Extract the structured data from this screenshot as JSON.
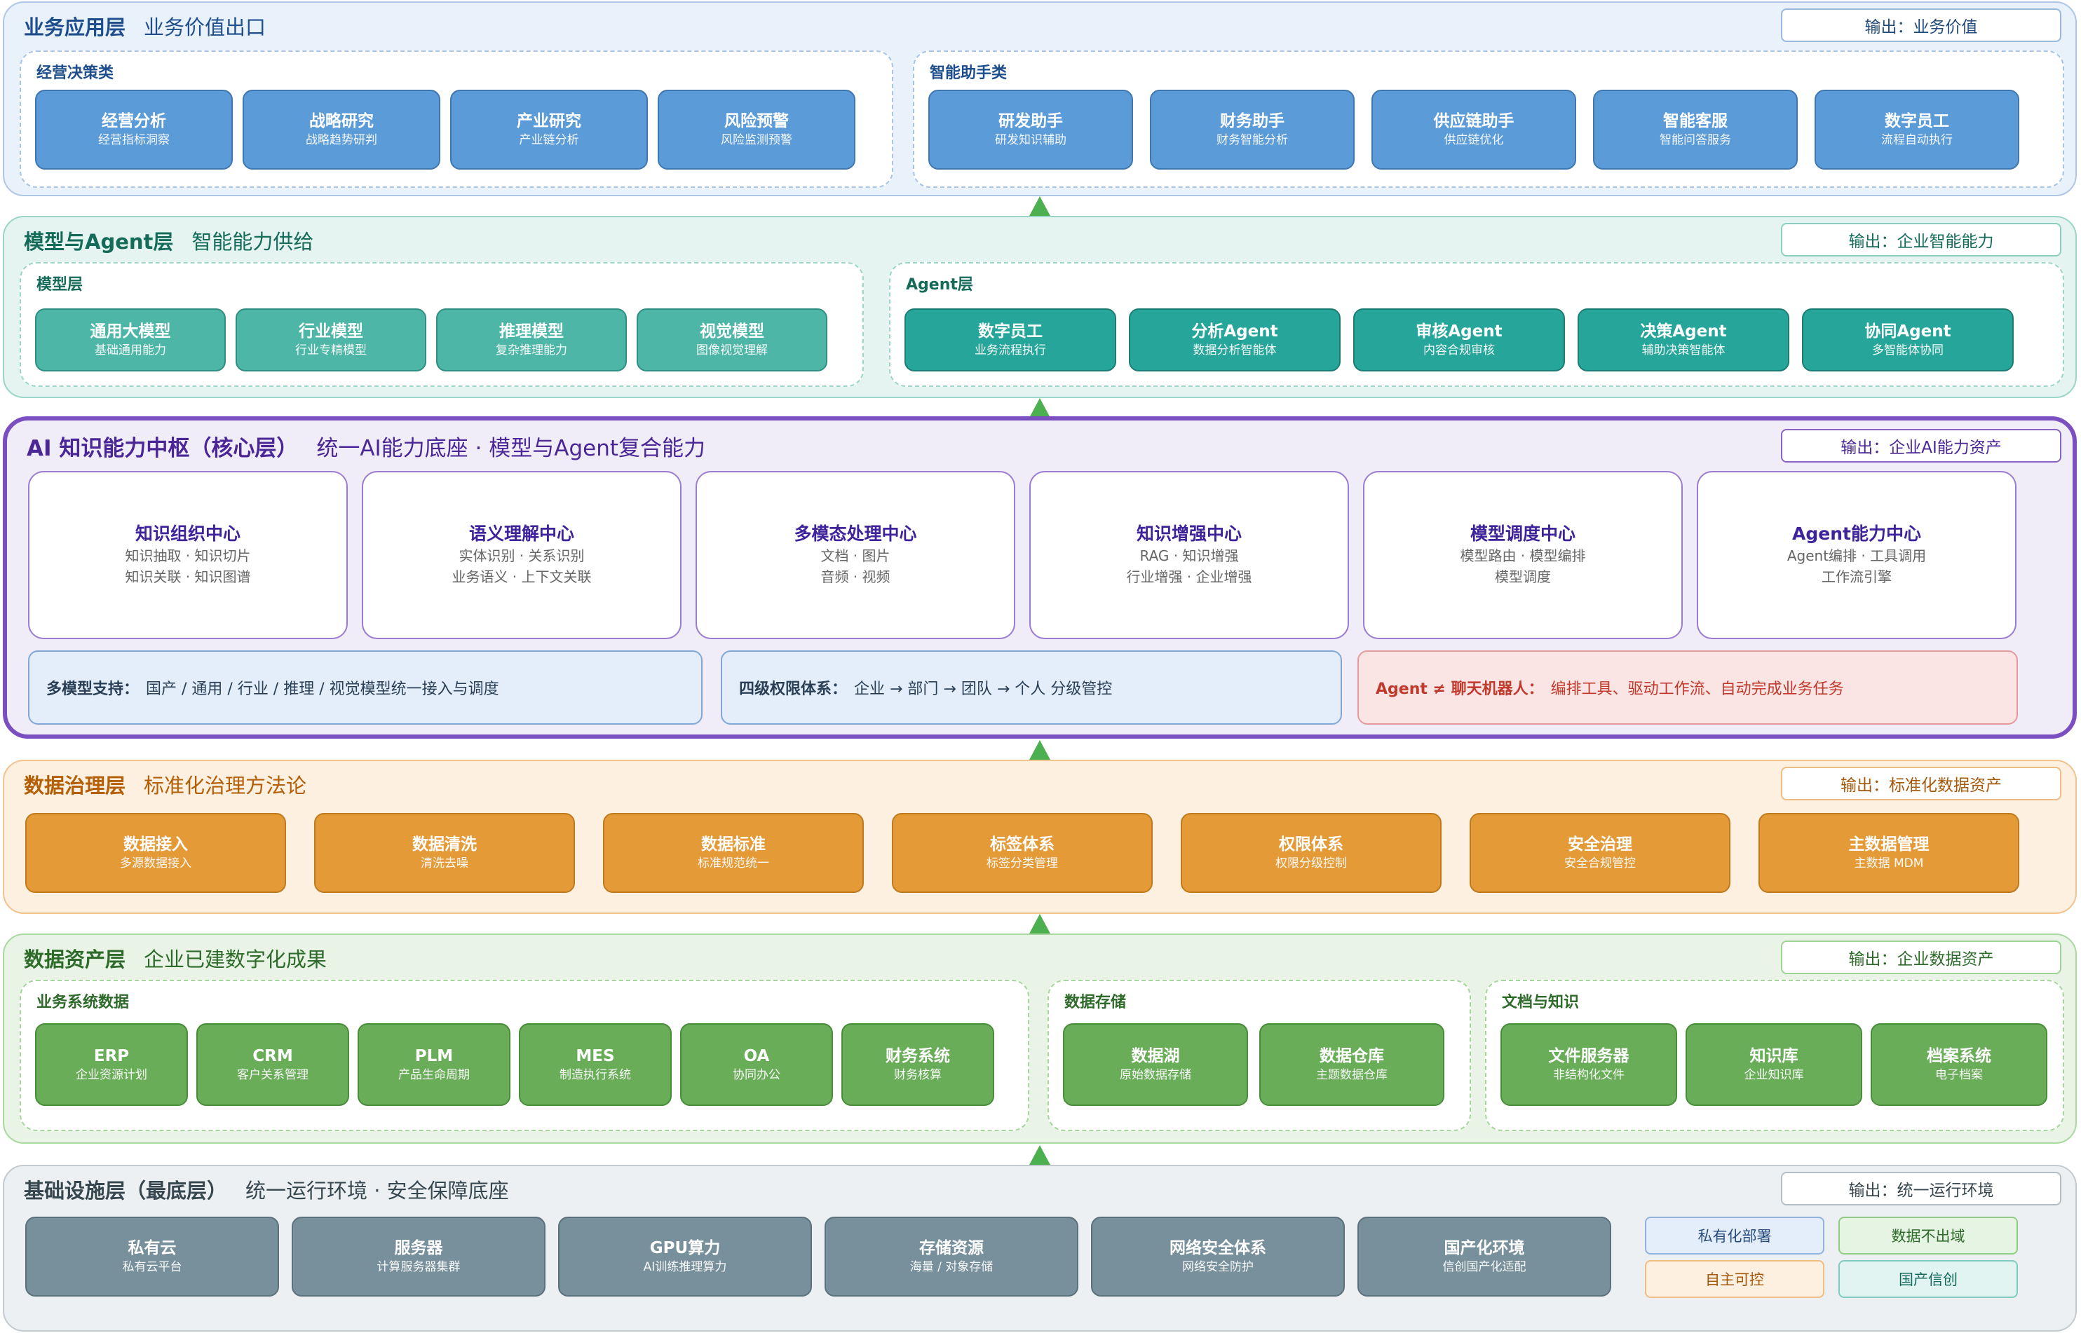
{
  "business": {
    "title": "业务应用层",
    "subtitle": "业务价值出口",
    "output": "输出：业务价值",
    "groups": [
      {
        "title": "经营决策类",
        "cards": [
          {
            "title": "经营分析",
            "sub": "经营指标洞察"
          },
          {
            "title": "战略研究",
            "sub": "战略趋势研判"
          },
          {
            "title": "产业研究",
            "sub": "产业链分析"
          },
          {
            "title": "风险预警",
            "sub": "风险监测预警"
          }
        ]
      },
      {
        "title": "智能助手类",
        "cards": [
          {
            "title": "研发助手",
            "sub": "研发知识辅助"
          },
          {
            "title": "财务助手",
            "sub": "财务智能分析"
          },
          {
            "title": "供应链助手",
            "sub": "供应链优化"
          },
          {
            "title": "智能客服",
            "sub": "智能问答服务"
          },
          {
            "title": "数字员工",
            "sub": "流程自动执行"
          }
        ]
      }
    ]
  },
  "model": {
    "title": "模型与Agent层",
    "subtitle": "智能能力供给",
    "output": "输出：企业智能能力",
    "groups": [
      {
        "title": "模型层",
        "cards": [
          {
            "title": "通用大模型",
            "sub": "基础通用能力"
          },
          {
            "title": "行业模型",
            "sub": "行业专精模型"
          },
          {
            "title": "推理模型",
            "sub": "复杂推理能力"
          },
          {
            "title": "视觉模型",
            "sub": "图像视觉理解"
          }
        ]
      },
      {
        "title": "Agent层",
        "cards": [
          {
            "title": "数字员工",
            "sub": "业务流程执行"
          },
          {
            "title": "分析Agent",
            "sub": "数据分析智能体"
          },
          {
            "title": "审核Agent",
            "sub": "内容合规审核"
          },
          {
            "title": "决策Agent",
            "sub": "辅助决策智能体"
          },
          {
            "title": "协同Agent",
            "sub": "多智能体协同"
          }
        ]
      }
    ]
  },
  "core": {
    "title": "AI 知识能力中枢（核心层）",
    "subtitle": "统一AI能力底座 · 模型与Agent复合能力",
    "output": "输出：企业AI能力资产",
    "centers": [
      {
        "title": "知识组织中心",
        "line1": "知识抽取 · 知识切片",
        "line2": "知识关联 · 知识图谱"
      },
      {
        "title": "语义理解中心",
        "line1": "实体识别 · 关系识别",
        "line2": "业务语义 · 上下文关联"
      },
      {
        "title": "多模态处理中心",
        "line1": "文档 · 图片",
        "line2": "音频 · 视频"
      },
      {
        "title": "知识增强中心",
        "line1": "RAG · 知识增强",
        "line2": "行业增强 · 企业增强"
      },
      {
        "title": "模型调度中心",
        "line1": "模型路由 · 模型编排",
        "line2": "模型调度"
      },
      {
        "title": "Agent能力中心",
        "line1": "Agent编排 · 工具调用",
        "line2": "工作流引擎"
      }
    ],
    "notes": [
      {
        "label": "多模型支持：",
        "text": "国产 / 通用 / 行业 / 推理 / 视觉模型统一接入与调度"
      },
      {
        "label": "四级权限体系：",
        "text": "企业 → 部门 → 团队 → 个人 分级管控"
      },
      {
        "label": "Agent ≠ 聊天机器人：",
        "text": "编排工具、驱动工作流、自动完成业务任务"
      }
    ]
  },
  "governance": {
    "title": "数据治理层",
    "subtitle": "标准化治理方法论",
    "output": "输出：标准化数据资产",
    "cards": [
      {
        "title": "数据接入",
        "sub": "多源数据接入"
      },
      {
        "title": "数据清洗",
        "sub": "清洗去噪"
      },
      {
        "title": "数据标准",
        "sub": "标准规范统一"
      },
      {
        "title": "标签体系",
        "sub": "标签分类管理"
      },
      {
        "title": "权限体系",
        "sub": "权限分级控制"
      },
      {
        "title": "安全治理",
        "sub": "安全合规管控"
      },
      {
        "title": "主数据管理",
        "sub": "主数据 MDM"
      }
    ]
  },
  "assets": {
    "title": "数据资产层",
    "subtitle": "企业已建数字化成果",
    "output": "输出：企业数据资产",
    "groups": [
      {
        "title": "业务系统数据",
        "cards": [
          {
            "title": "ERP",
            "sub": "企业资源计划"
          },
          {
            "title": "CRM",
            "sub": "客户关系管理"
          },
          {
            "title": "PLM",
            "sub": "产品生命周期"
          },
          {
            "title": "MES",
            "sub": "制造执行系统"
          },
          {
            "title": "OA",
            "sub": "协同办公"
          },
          {
            "title": "财务系统",
            "sub": "财务核算"
          }
        ]
      },
      {
        "title": "数据存储",
        "cards": [
          {
            "title": "数据湖",
            "sub": "原始数据存储"
          },
          {
            "title": "数据仓库",
            "sub": "主题数据仓库"
          }
        ]
      },
      {
        "title": "文档与知识",
        "cards": [
          {
            "title": "文件服务器",
            "sub": "非结构化文件"
          },
          {
            "title": "知识库",
            "sub": "企业知识库"
          },
          {
            "title": "档案系统",
            "sub": "电子档案"
          }
        ]
      }
    ]
  },
  "infra": {
    "title": "基础设施层（最底层）",
    "subtitle": "统一运行环境 · 安全保障底座",
    "output": "输出：统一运行环境",
    "cards": [
      {
        "title": "私有云",
        "sub": "私有云平台"
      },
      {
        "title": "服务器",
        "sub": "计算服务器集群"
      },
      {
        "title": "GPU算力",
        "sub": "AI训练推理算力"
      },
      {
        "title": "存储资源",
        "sub": "海量 / 对象存储"
      },
      {
        "title": "网络安全体系",
        "sub": "网络安全防护"
      },
      {
        "title": "国产化环境",
        "sub": "信创国产化适配"
      }
    ],
    "tags": [
      "私有化部署",
      "数据不出域",
      "自主可控",
      "国产信创"
    ]
  },
  "colors": {
    "business": "#5a9bd8",
    "model": "#4db6a7",
    "agent": "#26a69a",
    "core_border": "#7b4fc0",
    "governance": "#e59a38",
    "assets": "#69ad59",
    "infra": "#78909c",
    "arrow": "#4caf50",
    "warning": "#c0392b"
  }
}
